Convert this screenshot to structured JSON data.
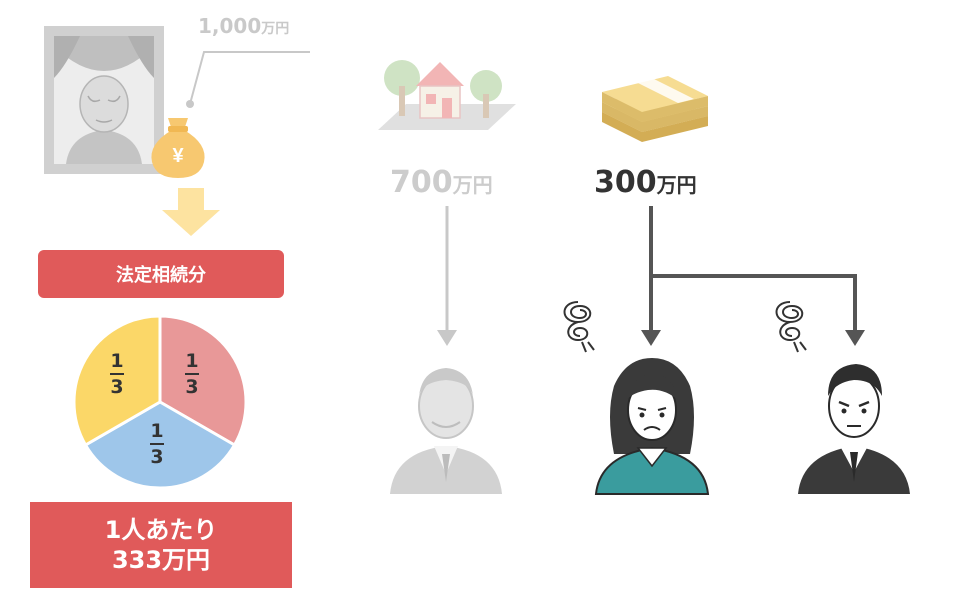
{
  "estate": {
    "total": {
      "value": "1,000",
      "unit": "万円"
    }
  },
  "label": {
    "text": "法定相続分"
  },
  "pie": {
    "slices": [
      {
        "numerator": "1",
        "denominator": "3",
        "color": "#e89898"
      },
      {
        "numerator": "1",
        "denominator": "3",
        "color": "#9ec6ea"
      },
      {
        "numerator": "1",
        "denominator": "3",
        "color": "#fbd768"
      }
    ]
  },
  "result": {
    "line1": "1人あたり",
    "line2": "333万円"
  },
  "assets": {
    "house": {
      "value": "700",
      "unit": "万円"
    },
    "cash": {
      "value": "300",
      "unit": "万円"
    }
  },
  "colors": {
    "accent_red": "#e05a5a",
    "faded_gray": "#cccccc",
    "dark_gray": "#333333",
    "teal": "#3a9c9e",
    "arrow_light": "#c8c8c8",
    "arrow_dark": "#555555"
  }
}
